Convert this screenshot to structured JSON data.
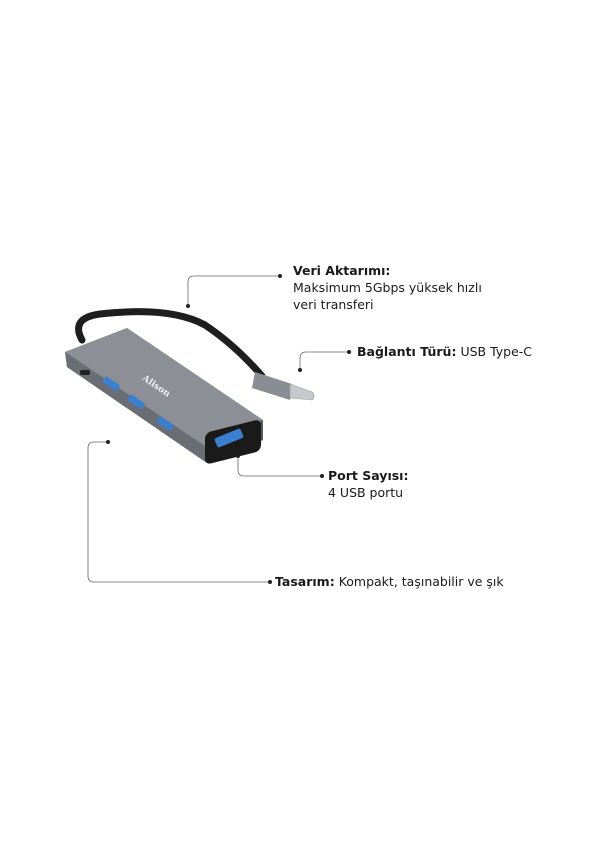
{
  "brand_logo_text": "Alison",
  "colors": {
    "hub_body": "#7d8088",
    "cable": "#1e1e1e",
    "port_blue": "#3a7fd0",
    "callout_line": "#555555"
  },
  "callouts": [
    {
      "title": "Veri Aktarımı:",
      "lines": [
        "Maksimum 5Gbps yüksek hızlı",
        "veri transferi"
      ]
    },
    {
      "title": "Bağlantı Türü:",
      "text": "USB Type-C"
    },
    {
      "title": "Port Sayısı:",
      "lines": [
        "4 USB portu"
      ]
    },
    {
      "title": "Tasarım:",
      "text": "Kompakt, taşınabilir ve şık"
    }
  ]
}
